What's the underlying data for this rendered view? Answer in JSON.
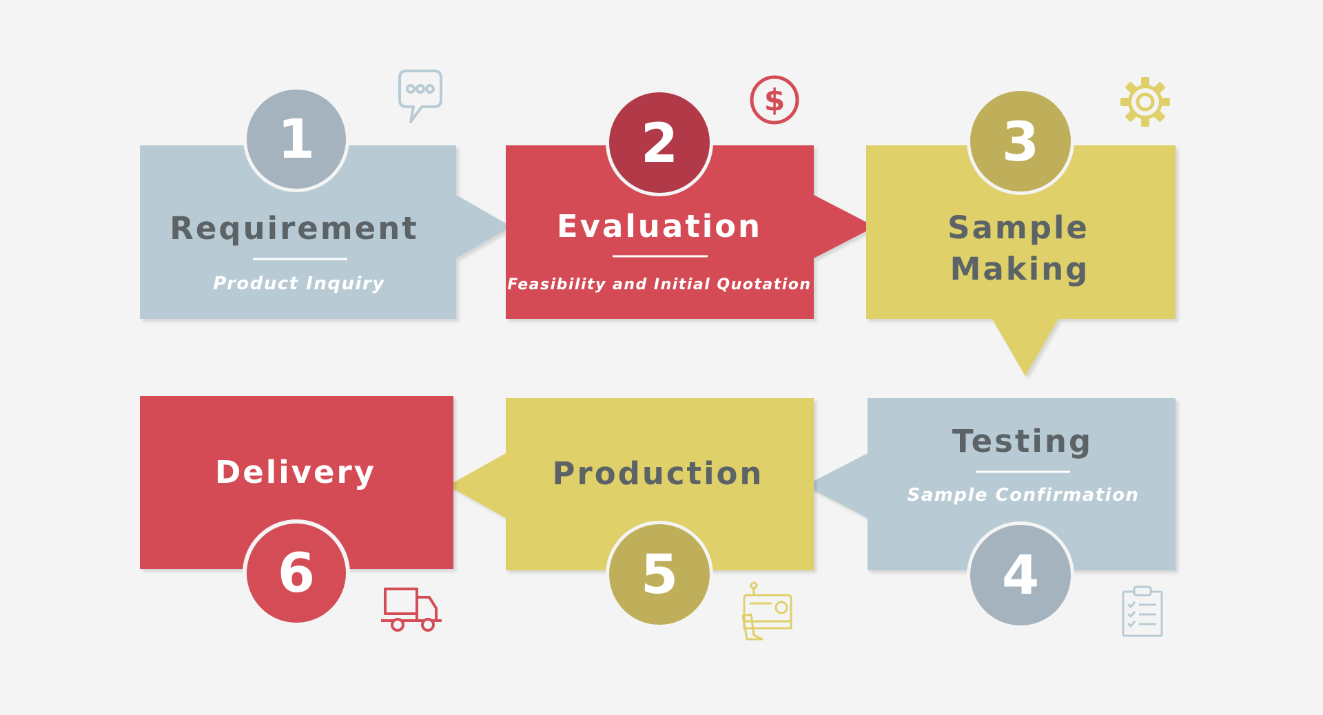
{
  "steps": [
    {
      "number": "1",
      "title": "Requirement",
      "subtitle": "Product Inquiry",
      "icon": "chat-bubble-icon"
    },
    {
      "number": "2",
      "title": "Evaluation",
      "subtitle": "Feasibility and Initial Quotation",
      "icon": "dollar-icon"
    },
    {
      "number": "3",
      "title_lines": [
        "Sample",
        "Making"
      ],
      "icon": "gear-icon"
    },
    {
      "number": "4",
      "title": "Testing",
      "subtitle": "Sample Confirmation",
      "icon": "clipboard-checklist-icon"
    },
    {
      "number": "5",
      "title": "Production",
      "icon": "sewing-machine-icon"
    },
    {
      "number": "6",
      "title": "Delivery",
      "icon": "delivery-truck-icon"
    }
  ],
  "colors": {
    "background": "#f4f4f4",
    "blue_box": "#b8cbd4",
    "blue_circle": "#a5b3bf",
    "red_box": "#d44c55",
    "red_circle": "#b23a48",
    "yellow_box": "#dfd06a",
    "yellow_circle": "#bfae5a",
    "dark_text": "#5b6366",
    "white": "#ffffff"
  }
}
